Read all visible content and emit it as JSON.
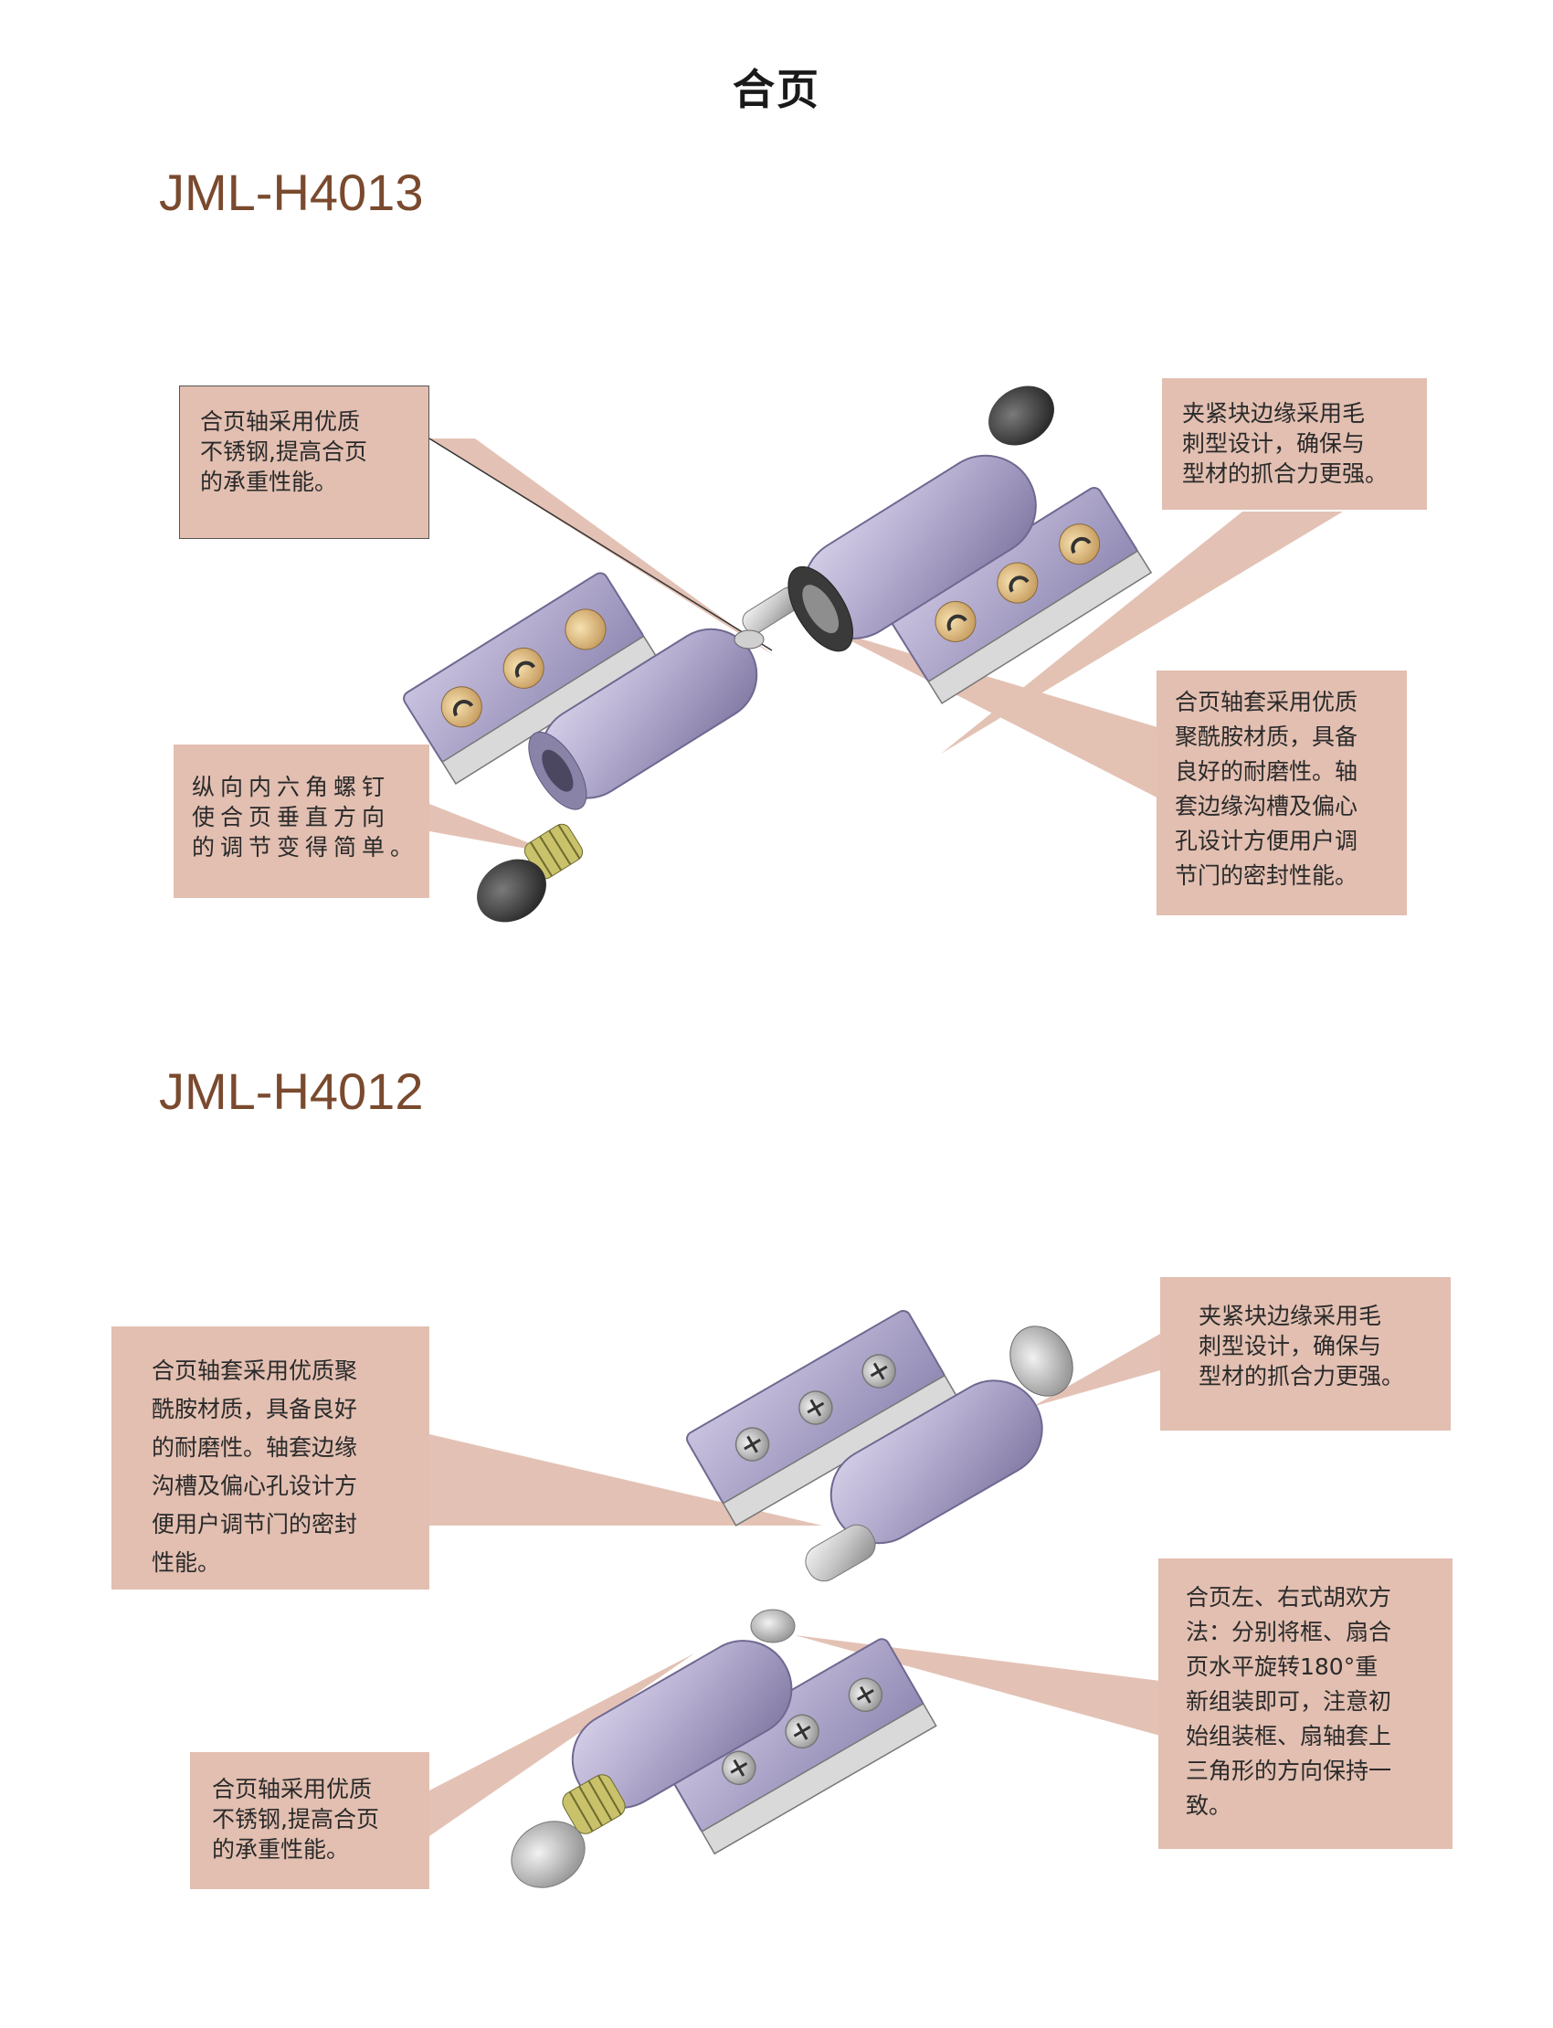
{
  "page": {
    "title": "合页"
  },
  "products": [
    {
      "model": "JML-H4013",
      "callouts": {
        "shaft": [
          "合页轴采用优质",
          "不锈钢,提高合页",
          "的承重性能。"
        ],
        "clamp": [
          "夹紧块边缘采用毛",
          "刺型设计，确保与",
          "型材的抓合力更强。"
        ],
        "screw": [
          "纵向内六角螺钉",
          "使合页垂直方向",
          "的调节变得简单。"
        ],
        "sleeve": [
          "合页轴套采用优质",
          "聚酰胺材质，具备",
          "良好的耐磨性。轴",
          "套边缘沟槽及偏心",
          "孔设计方便用户调",
          "节门的密封性能。"
        ]
      }
    },
    {
      "model": "JML-H4012",
      "callouts": {
        "sleeve": [
          "合页轴套采用优质聚",
          "酰胺材质，具备良好",
          "的耐磨性。轴套边缘",
          "沟槽及偏心孔设计方",
          "便用户调节门的密封",
          "性能。"
        ],
        "clamp": [
          "夹紧块边缘采用毛",
          "刺型设计，确保与",
          "型材的抓合力更强。"
        ],
        "reverse": [
          "合页左、右式胡欢方",
          "法：分别将框、扇合",
          "页水平旋转180°重",
          "新组装即可，注意初",
          "始组装框、扇轴套上",
          "三角形的方向保持一",
          "致。"
        ],
        "shaft": [
          "合页轴采用优质",
          "不锈钢,提高合页",
          "的承重性能。"
        ]
      }
    }
  ],
  "colors": {
    "callout_bg": "#e2bfb1",
    "model_text": "#7a4a2e",
    "hinge_body": "#b6aed0",
    "hinge_shade": "#8c84aa"
  }
}
